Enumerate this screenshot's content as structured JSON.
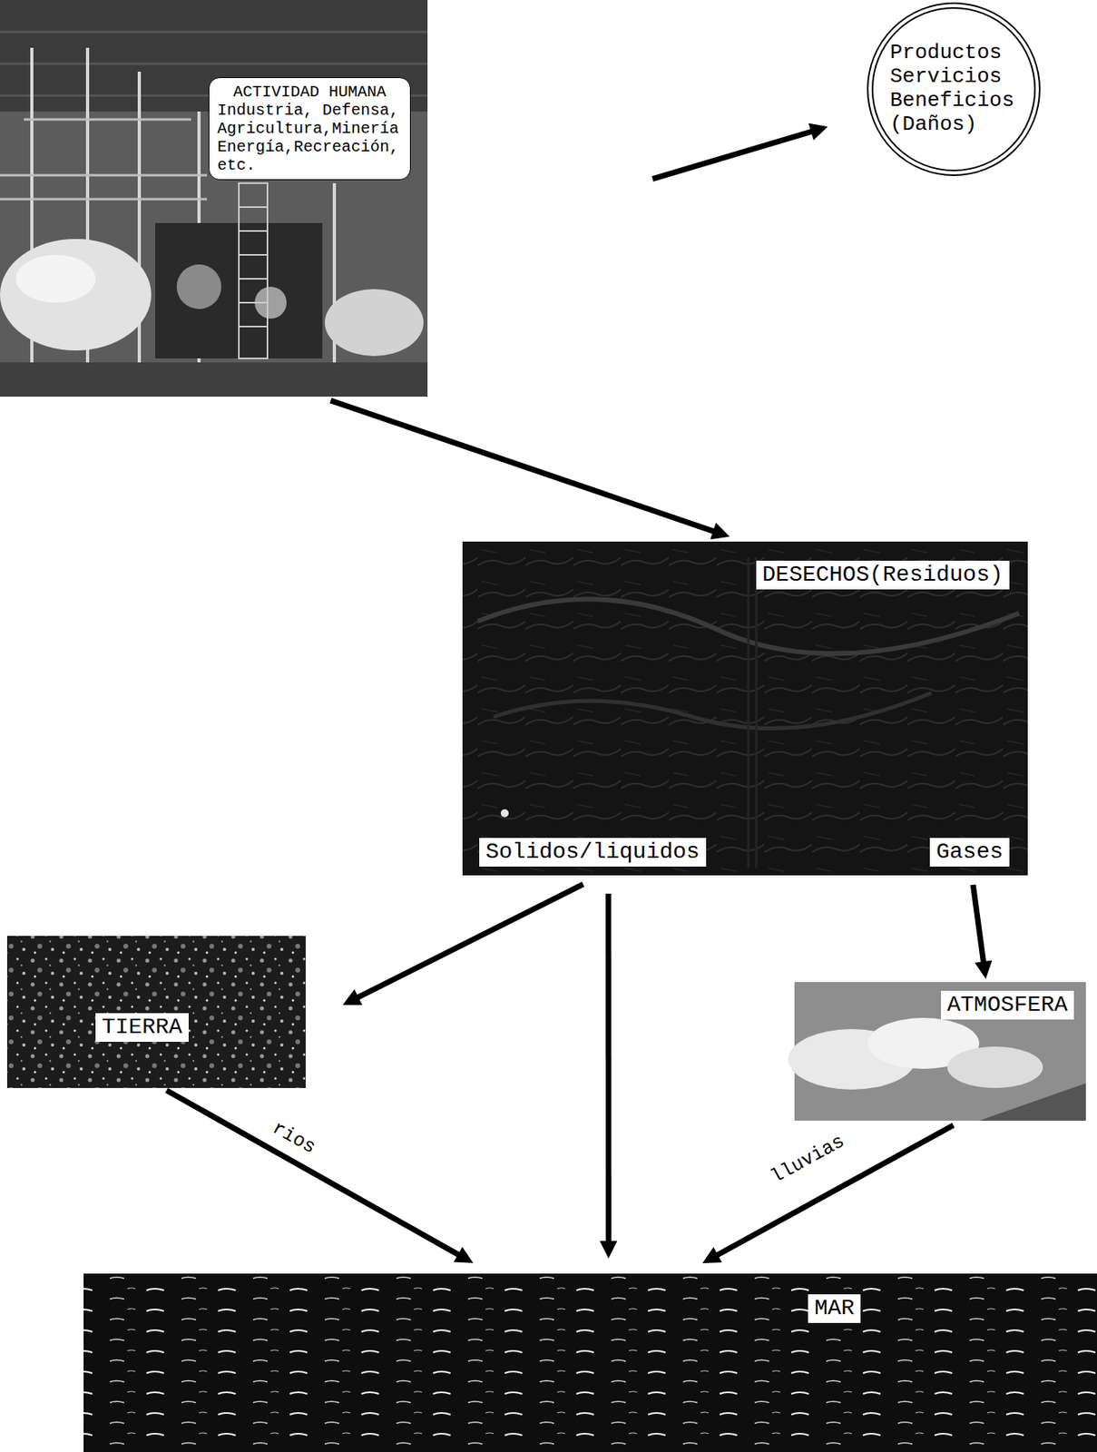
{
  "diagram": {
    "nodes": [
      {
        "text": [
          "ACTIVIDAD HUMANA",
          "Industria, Defensa, Agricultura,Minería Energía,Recreación, etc."
        ]
      },
      {
        "text": [
          "Productos Servicios Beneficios (Daños)"
        ]
      },
      {
        "text": [
          "DESECHOS(Residuos)",
          "Solidos/liquidos",
          "Gases"
        ]
      },
      {
        "text": [
          "TIERRA"
        ]
      },
      {
        "text": [
          "ATMOSFERA"
        ]
      },
      {
        "text": [
          "MAR"
        ]
      }
    ],
    "edges": [
      {
        "from": 0,
        "to": 1,
        "arrow": "to"
      },
      {
        "from": 0,
        "to": 2,
        "arrow": "to"
      },
      {
        "from": 2,
        "to": 3,
        "arrow": "to"
      },
      {
        "from": 2,
        "to": 5,
        "arrow": "to"
      },
      {
        "from": 2,
        "to": 4,
        "arrow": "to"
      },
      {
        "from": 3,
        "to": 5,
        "label": "rios",
        "arrow": "to"
      },
      {
        "from": 4,
        "to": 5,
        "label": "lluvias",
        "arrow": "to"
      }
    ]
  }
}
